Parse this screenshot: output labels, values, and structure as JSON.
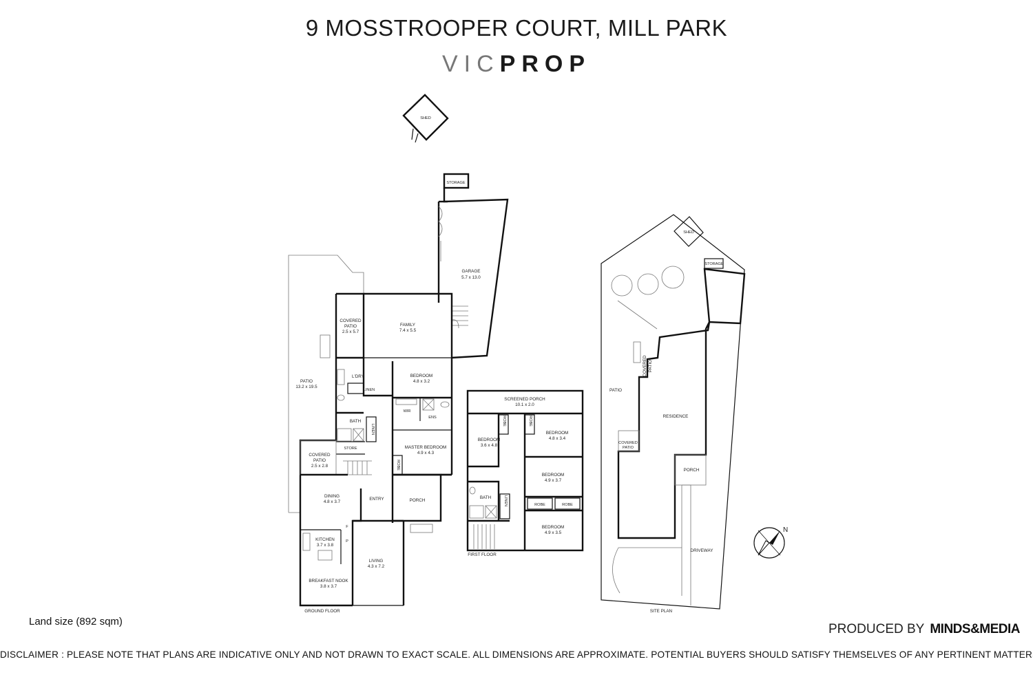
{
  "header": {
    "address": "9 MOSSTROOPER COURT, MILL PARK",
    "brand_light": "VIC",
    "brand_bold": "PROP"
  },
  "footer": {
    "land_size": "Land size (892 sqm)",
    "produced_by": "PRODUCED BY",
    "producer_logo": "MINDS&MEDIA",
    "disclaimer": "DISCLAIMER : PLEASE NOTE THAT PLANS ARE INDICATIVE ONLY AND NOT DRAWN TO EXACT SCALE. ALL DIMENSIONS ARE APPROXIMATE. POTENTIAL BUYERS SHOULD SATISFY THEMSELVES OF ANY PERTINENT MATTERS."
  },
  "shed": {
    "label": "SHED"
  },
  "ground_floor": {
    "caption": "GROUND FLOOR",
    "rooms": {
      "storage": {
        "name": "STORAGE"
      },
      "garage": {
        "name": "GARAGE",
        "size": "5.7 x 13.0"
      },
      "covered_patio_top": {
        "name1": "COVERED",
        "name2": "PATIO",
        "size": "2.5 x 5.7"
      },
      "family": {
        "name": "FAMILY",
        "size": "7.4 x 5.5"
      },
      "patio": {
        "name": "PATIO",
        "size": "13.2 x 19.5"
      },
      "laundry": {
        "name": "L'DRY"
      },
      "linen_1": {
        "name": "LINEN"
      },
      "bedroom": {
        "name": "BEDROOM",
        "size": "4.8 x 3.2"
      },
      "wir": {
        "name": "WIR"
      },
      "ens": {
        "name": "ENS"
      },
      "bath": {
        "name": "BATH"
      },
      "linen_2": {
        "name": "LINEN"
      },
      "store": {
        "name": "STORE"
      },
      "master_bedroom": {
        "name": "MASTER BEDROOM",
        "size": "4.9 x 4.3"
      },
      "robe": {
        "name": "ROBE"
      },
      "covered_patio_side": {
        "name1": "COVERED",
        "name2": "PATIO",
        "size": "2.5 x 2.8"
      },
      "dining": {
        "name": "DINING",
        "size": "4.8 x 3.7"
      },
      "entry": {
        "name": "ENTRY"
      },
      "porch": {
        "name": "PORCH"
      },
      "fridge": {
        "name": "F"
      },
      "pantry": {
        "name": "P"
      },
      "kitchen": {
        "name": "KITCHEN",
        "size": "3.7 x 3.8"
      },
      "living": {
        "name": "LIVING",
        "size": "4.3 x 7.2"
      },
      "breakfast_nook": {
        "name": "BREAKFAST NOOK",
        "size": "3.8 x 3.7"
      }
    }
  },
  "first_floor": {
    "caption": "FIRST FLOOR",
    "rooms": {
      "screened_porch": {
        "name": "SCREENED PORCH",
        "size": "10.1 x 2.0"
      },
      "bedroom_a": {
        "name": "BEDROOM",
        "size": "3.6 x 4.8"
      },
      "robe_a": {
        "name": "ROBE"
      },
      "robe_b": {
        "name": "ROBE"
      },
      "bedroom_b": {
        "name": "BEDROOM",
        "size": "4.8 x 3.4"
      },
      "bedroom_c": {
        "name": "BEDROOM",
        "size": "4.9 x 3.7"
      },
      "bath": {
        "name": "BATH"
      },
      "linen": {
        "name": "LINEN"
      },
      "robe_c": {
        "name": "ROBE"
      },
      "robe_d": {
        "name": "ROBE"
      },
      "bedroom_d": {
        "name": "BEDROOM",
        "size": "4.9 x 3.5"
      }
    }
  },
  "site_plan": {
    "caption": "SITE PLAN",
    "shed": "SHED",
    "storage": "STORAGE",
    "covered_patio_top1": "COVERED",
    "covered_patio_top2": "PATIO",
    "patio": "PATIO",
    "residence": "RESIDENCE",
    "covered_patio_low1": "COVERED",
    "covered_patio_low2": "PATIO",
    "porch": "PORCH",
    "driveway": "DRIVEWAY"
  },
  "compass": {
    "north": "N"
  }
}
